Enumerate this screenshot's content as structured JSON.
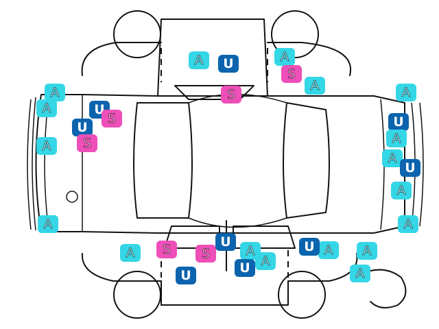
{
  "legend_colors": {
    "A": "#35d6e6",
    "U": "#0b64ad",
    "S": "#ee4fb8"
  },
  "markers": [
    {
      "code": "A"
    },
    {
      "code": "U"
    },
    {
      "code": "A"
    },
    {
      "code": "S"
    },
    {
      "code": "A"
    },
    {
      "code": "S"
    },
    {
      "code": "A"
    },
    {
      "code": "A"
    },
    {
      "code": "U"
    },
    {
      "code": "S"
    },
    {
      "code": "U"
    },
    {
      "code": "S"
    },
    {
      "code": "A"
    },
    {
      "code": "A"
    },
    {
      "code": "A"
    },
    {
      "code": "U"
    },
    {
      "code": "A"
    },
    {
      "code": "A"
    },
    {
      "code": "U"
    },
    {
      "code": "A"
    },
    {
      "code": "A"
    },
    {
      "code": "S"
    },
    {
      "code": "A"
    },
    {
      "code": "S"
    },
    {
      "code": "U"
    },
    {
      "code": "A"
    },
    {
      "code": "A"
    },
    {
      "code": "U"
    },
    {
      "code": "U"
    },
    {
      "code": "A"
    },
    {
      "code": "U"
    },
    {
      "code": "A"
    },
    {
      "code": "A"
    }
  ]
}
